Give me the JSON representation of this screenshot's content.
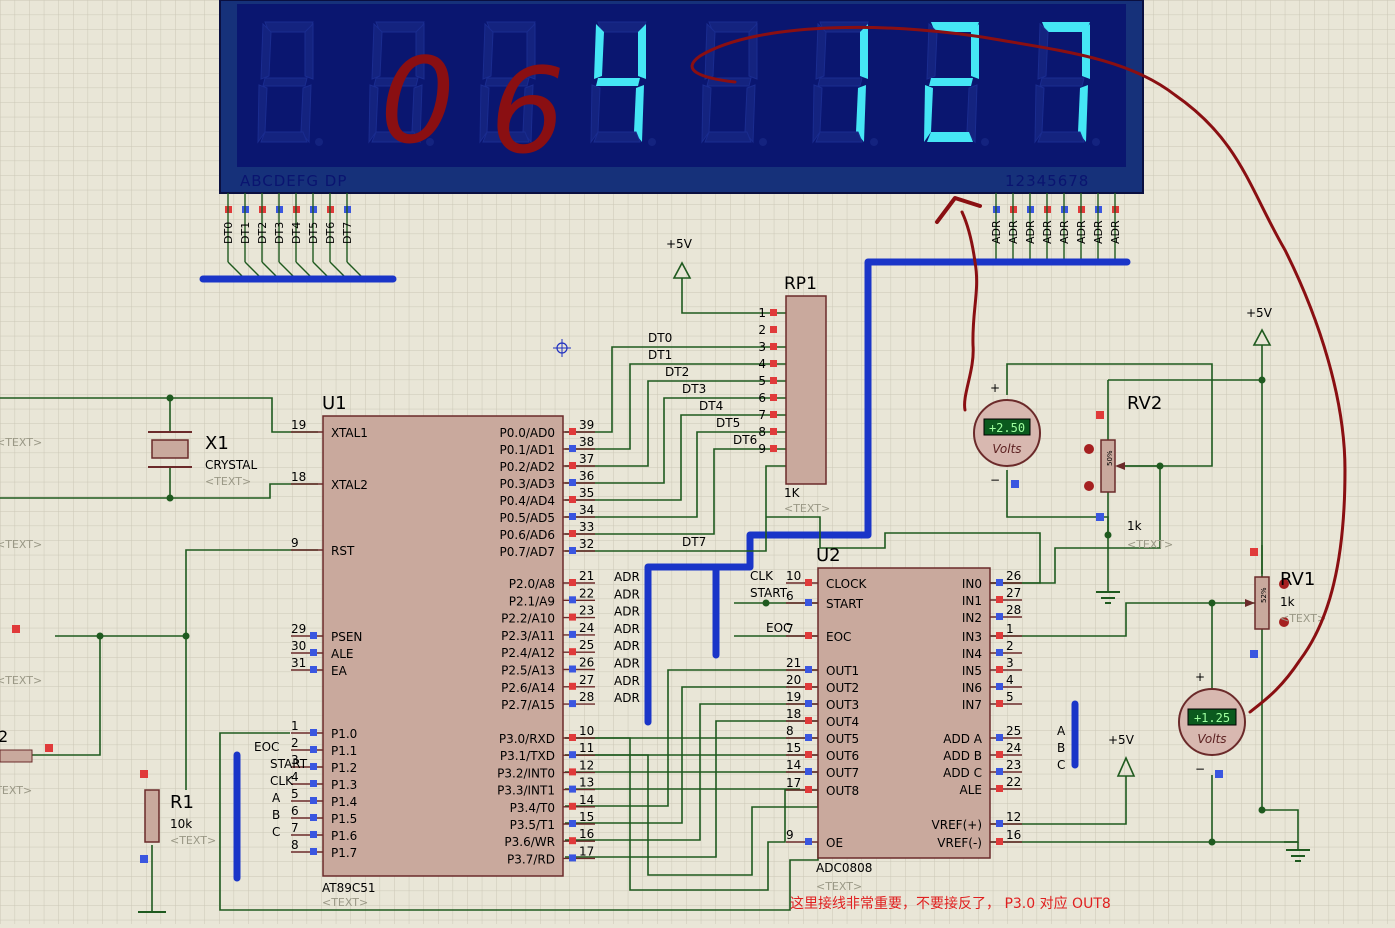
{
  "display": {
    "segment_legend": "ABCDEFG  DP",
    "digit_legend": "12345678",
    "digits_lit": [
      "",
      "",
      "",
      "4",
      "",
      "1",
      "2",
      "7"
    ],
    "seg_color": "#45e6f5",
    "bg_color": "#0a1670"
  },
  "annotations": {
    "hand_digits": [
      "0",
      "6"
    ],
    "note": "这里接线非常重要，不要接反了， P3.0 对应 OUT8"
  },
  "u1": {
    "ref": "U1",
    "part": "AT89C51",
    "text": "<TEXT>",
    "left_pins": [
      {
        "num": "19",
        "name": "XTAL1"
      },
      {
        "num": "18",
        "name": "XTAL2"
      },
      {
        "num": "9",
        "name": "RST"
      },
      {
        "num": "29",
        "name": "PSEN"
      },
      {
        "num": "30",
        "name": "ALE"
      },
      {
        "num": "31",
        "name": "EA"
      },
      {
        "num": "1",
        "name": "P1.0"
      },
      {
        "num": "2",
        "name": "P1.1"
      },
      {
        "num": "3",
        "name": "P1.2"
      },
      {
        "num": "4",
        "name": "P1.3"
      },
      {
        "num": "5",
        "name": "P1.4"
      },
      {
        "num": "6",
        "name": "P1.5"
      },
      {
        "num": "7",
        "name": "P1.6"
      },
      {
        "num": "8",
        "name": "P1.7"
      }
    ],
    "right_pins": [
      {
        "num": "39",
        "name": "P0.0/AD0"
      },
      {
        "num": "38",
        "name": "P0.1/AD1"
      },
      {
        "num": "37",
        "name": "P0.2/AD2"
      },
      {
        "num": "36",
        "name": "P0.3/AD3"
      },
      {
        "num": "35",
        "name": "P0.4/AD4"
      },
      {
        "num": "34",
        "name": "P0.5/AD5"
      },
      {
        "num": "33",
        "name": "P0.6/AD6"
      },
      {
        "num": "32",
        "name": "P0.7/AD7"
      },
      {
        "num": "21",
        "name": "P2.0/A8"
      },
      {
        "num": "22",
        "name": "P2.1/A9"
      },
      {
        "num": "23",
        "name": "P2.2/A10"
      },
      {
        "num": "24",
        "name": "P2.3/A11"
      },
      {
        "num": "25",
        "name": "P2.4/A12"
      },
      {
        "num": "26",
        "name": "P2.5/A13"
      },
      {
        "num": "27",
        "name": "P2.6/A14"
      },
      {
        "num": "28",
        "name": "P2.7/A15"
      },
      {
        "num": "10",
        "name": "P3.0/RXD"
      },
      {
        "num": "11",
        "name": "P3.1/TXD"
      },
      {
        "num": "12",
        "name": "P3.2/INT0"
      },
      {
        "num": "13",
        "name": "P3.3/INT1"
      },
      {
        "num": "14",
        "name": "P3.4/T0"
      },
      {
        "num": "15",
        "name": "P3.5/T1"
      },
      {
        "num": "16",
        "name": "P3.6/WR"
      },
      {
        "num": "17",
        "name": "P3.7/RD"
      }
    ]
  },
  "u2": {
    "ref": "U2",
    "part": "ADC0808",
    "text": "<TEXT>",
    "left_pins": [
      {
        "num": "10",
        "name": "CLOCK"
      },
      {
        "num": "6",
        "name": "START"
      },
      {
        "num": "7",
        "name": "EOC"
      },
      {
        "num": "21",
        "name": "OUT1"
      },
      {
        "num": "20",
        "name": "OUT2"
      },
      {
        "num": "19",
        "name": "OUT3"
      },
      {
        "num": "18",
        "name": "OUT4"
      },
      {
        "num": "8",
        "name": "OUT5"
      },
      {
        "num": "15",
        "name": "OUT6"
      },
      {
        "num": "14",
        "name": "OUT7"
      },
      {
        "num": "17",
        "name": "OUT8"
      },
      {
        "num": "9",
        "name": "OE"
      }
    ],
    "right_pins": [
      {
        "num": "26",
        "name": "IN0"
      },
      {
        "num": "27",
        "name": "IN1"
      },
      {
        "num": "28",
        "name": "IN2"
      },
      {
        "num": "1",
        "name": "IN3"
      },
      {
        "num": "2",
        "name": "IN4"
      },
      {
        "num": "3",
        "name": "IN5"
      },
      {
        "num": "4",
        "name": "IN6"
      },
      {
        "num": "5",
        "name": "IN7"
      },
      {
        "num": "25",
        "name": "ADD A"
      },
      {
        "num": "24",
        "name": "ADD B"
      },
      {
        "num": "23",
        "name": "ADD C"
      },
      {
        "num": "22",
        "name": "ALE"
      },
      {
        "num": "12",
        "name": "VREF(+)"
      },
      {
        "num": "16",
        "name": "VREF(-)"
      }
    ]
  },
  "rp1": {
    "ref": "RP1",
    "value": "1K",
    "text": "<TEXT>",
    "pins": [
      "1",
      "2",
      "3",
      "4",
      "5",
      "6",
      "7",
      "8",
      "9"
    ]
  },
  "x1": {
    "ref": "X1",
    "part": "CRYSTAL",
    "text": "<TEXT>"
  },
  "r1": {
    "ref": "R1",
    "value": "10k",
    "text": "<TEXT>"
  },
  "rv1": {
    "ref": "RV1",
    "value": "1k",
    "text": "<TEXT>",
    "pct": "52%"
  },
  "rv2": {
    "ref": "RV2",
    "value": "1k",
    "text": "<TEXT>",
    "pct": "50%"
  },
  "vm1": {
    "reading": "+2.50",
    "unit": "Volts",
    "plus": "+",
    "minus": "−"
  },
  "vm2": {
    "reading": "+1.25",
    "unit": "Volts",
    "plus": "+",
    "minus": "−"
  },
  "power": [
    "+5V",
    "+5V",
    "+5V"
  ],
  "nets": {
    "dt": [
      "DT0",
      "DT1",
      "DT2",
      "DT3",
      "DT4",
      "DT5",
      "DT6",
      "DT7"
    ],
    "adr": [
      "ADR",
      "ADR",
      "ADR",
      "ADR",
      "ADR",
      "ADR",
      "ADR",
      "ADR"
    ],
    "p1": [
      "EOC",
      "START",
      "CLK",
      "A",
      "B",
      "C"
    ],
    "u2in": [
      "CLK",
      "START",
      "EOC"
    ],
    "abc": [
      "A",
      "B",
      "C"
    ]
  },
  "left_edge": {
    "label_2": "2",
    "text": "<TEXT>"
  }
}
